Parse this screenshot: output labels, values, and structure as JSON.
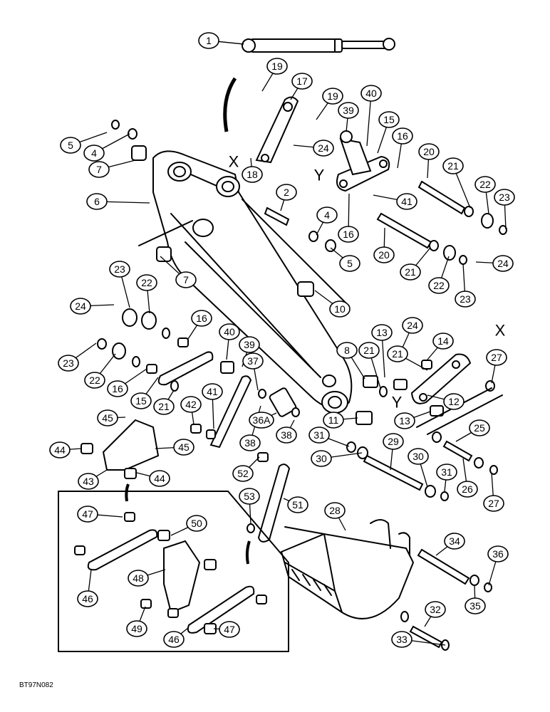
{
  "drawing": {
    "code": "BT97N082",
    "reference_letters": [
      "X",
      "Y",
      "X",
      "Y"
    ]
  },
  "callouts": [
    "1",
    "19",
    "17",
    "19",
    "40",
    "39",
    "15",
    "16",
    "20",
    "5",
    "4",
    "24",
    "7",
    "18",
    "2",
    "21",
    "22",
    "23",
    "6",
    "4",
    "41",
    "16",
    "5",
    "20",
    "21",
    "24",
    "7",
    "22",
    "23",
    "23",
    "22",
    "10",
    "24",
    "16",
    "40",
    "39",
    "13",
    "24",
    "14",
    "21",
    "8",
    "23",
    "37",
    "22",
    "16",
    "21",
    "27",
    "15",
    "41",
    "42",
    "45",
    "36A",
    "11",
    "12",
    "13",
    "21",
    "45",
    "38",
    "38",
    "31",
    "25",
    "44",
    "29",
    "52",
    "43",
    "44",
    "30",
    "30",
    "31",
    "26",
    "27",
    "28",
    "53",
    "51",
    "47",
    "50",
    "34",
    "36",
    "48",
    "46",
    "35",
    "32",
    "49",
    "46",
    "47",
    "33"
  ]
}
